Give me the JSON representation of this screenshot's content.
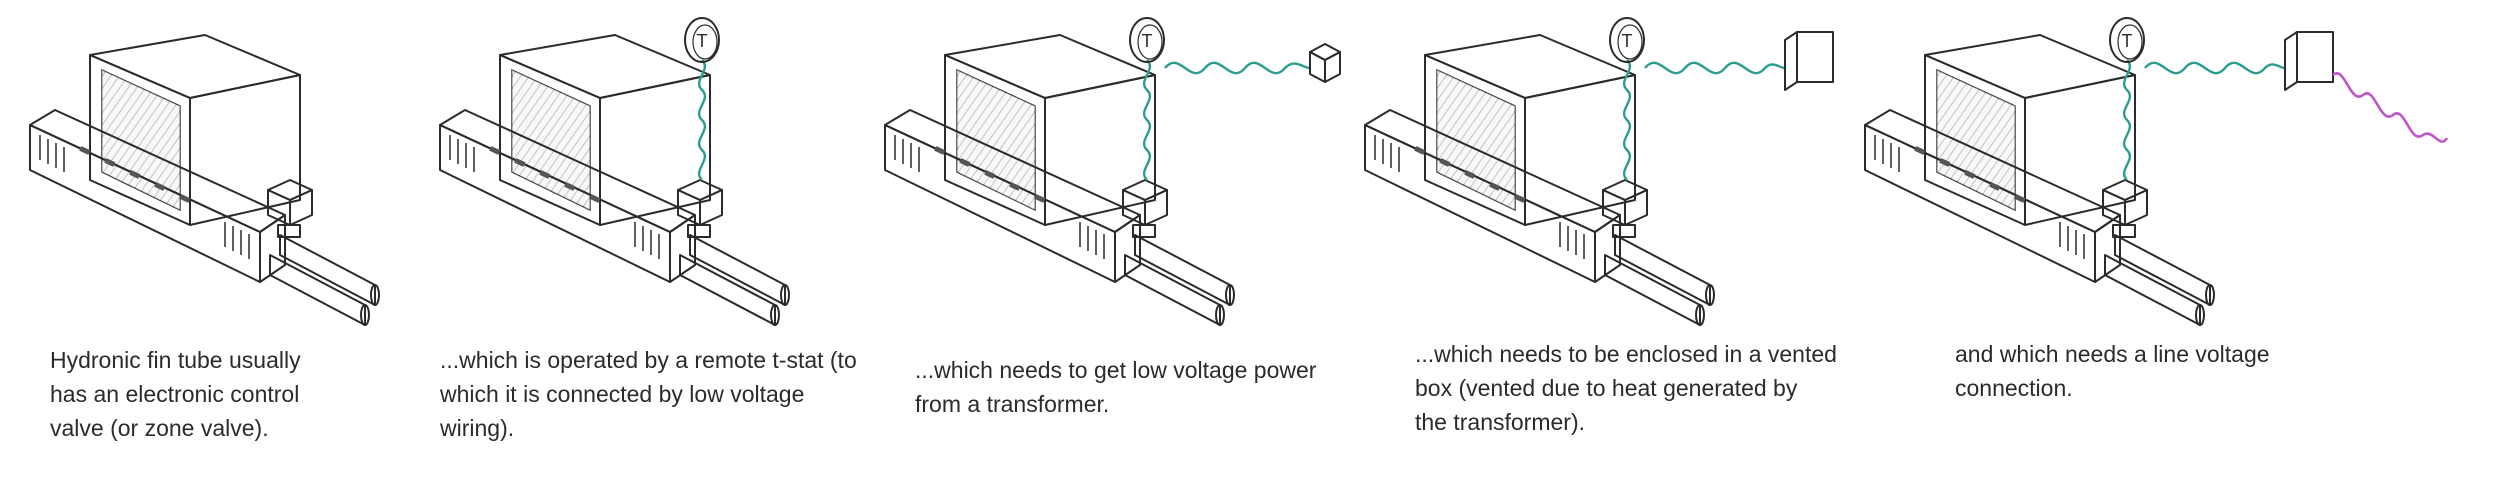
{
  "captions": [
    {
      "line1": "Hydronic fin tube usually",
      "line2": "has an electronic control",
      "line3": "valve (or zone valve)."
    },
    {
      "line1": "...which is operated by a remote t-stat (to",
      "line2": "which it is connected by low voltage",
      "line3": "wiring)."
    },
    {
      "line1": "...which needs to get low voltage power",
      "line2": "from a transformer.",
      "line3": ""
    },
    {
      "line1": "...which needs to be enclosed in a vented",
      "line2": "box (vented due to heat generated by",
      "line3": "the transformer)."
    },
    {
      "line1": "and which needs a line voltage",
      "line2": "connection.",
      "line3": ""
    }
  ],
  "thermostat_letter": "T",
  "colors": {
    "valve": "#f1a47a",
    "valve_dark": "#d9885e",
    "low_voltage_wire": "#2a9d8f",
    "thermostat": "#a9d6d4",
    "transformer": "#7fd08a",
    "vented_box": "#f3d27c",
    "line_voltage_wire": "#c056c9",
    "housing": "#e6e6e6",
    "ink": "#2b2b2b"
  }
}
